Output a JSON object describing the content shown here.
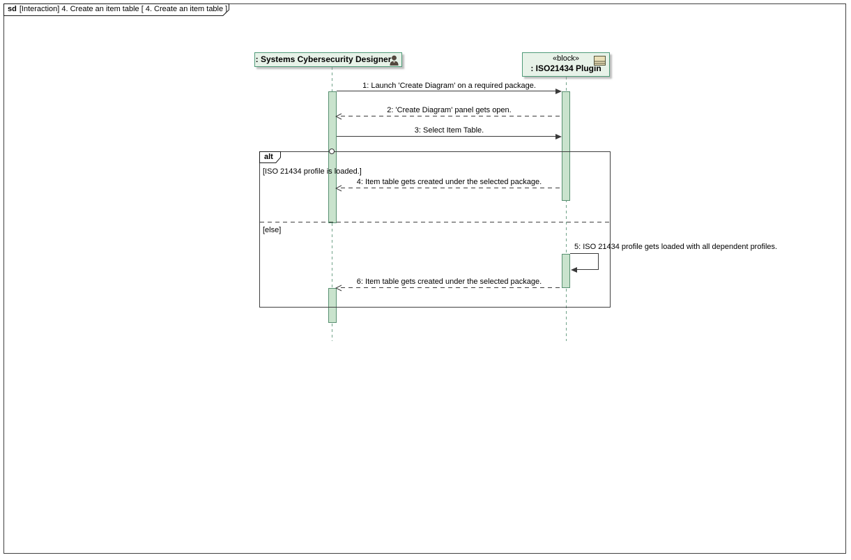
{
  "tab": {
    "keyword": "sd",
    "title": "[Interaction] 4. Create an item table [ 4. Create an item table ]"
  },
  "lifelines": [
    {
      "label": ": Systems Cybersecurity Designer",
      "stereotype": "",
      "icon": "person-icon"
    },
    {
      "label": ": ISO21434 Plugin",
      "stereotype": "«block»",
      "icon": "block-icon"
    }
  ],
  "messages": [
    {
      "label": "1: Launch 'Create Diagram' on a required package.",
      "kind": "sync-call"
    },
    {
      "label": "2: 'Create Diagram' panel gets open.",
      "kind": "reply"
    },
    {
      "label": "3: Select Item Table.",
      "kind": "sync-call"
    },
    {
      "label": "4: Item table gets created under the selected package.",
      "kind": "reply"
    },
    {
      "label": "5: ISO 21434 profile gets loaded with all dependent profiles.",
      "kind": "self-call"
    },
    {
      "label": "6: Item table gets created under the selected package.",
      "kind": "reply"
    }
  ],
  "fragment": {
    "operator": "alt",
    "guards": [
      "[ISO 21434 profile is loaded.]",
      "[else]"
    ]
  },
  "colors": {
    "head_fill": "#e7f2e8",
    "head_border": "#4e9a78",
    "activation_fill": "#c9e3cd",
    "activation_border": "#578f70",
    "lifeline_line": "#6fa188",
    "frame_border": "#3f3f3f",
    "message_line": "#3a3a3a",
    "block_icon_fill": "#e9dfb8"
  }
}
